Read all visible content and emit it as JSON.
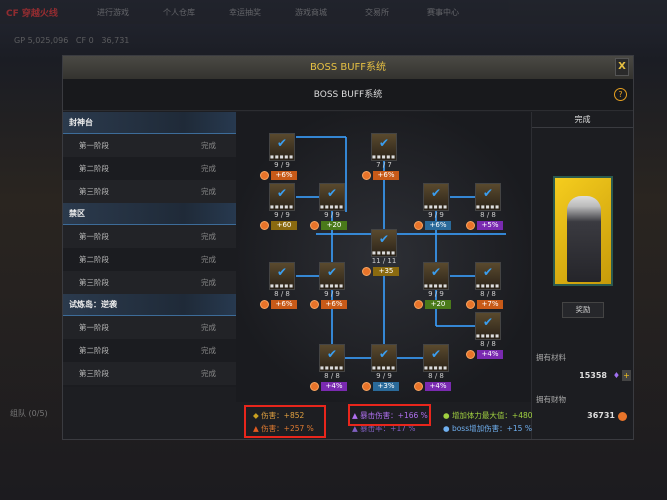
{
  "topbar": {
    "logo": "CF 穿越火线",
    "nav": [
      "进行游戏",
      "个人仓库",
      "幸运抽奖",
      "游戏商城",
      "交易所",
      "赛事中心"
    ]
  },
  "stats": {
    "gp": "GP 5,025,096",
    "cf": "CF 0",
    "coins": "36,731"
  },
  "modal": {
    "title": "BOSS BUFF系统",
    "close": "X",
    "subtitle": "BOSS BUFF系统",
    "help": "?"
  },
  "stages": [
    {
      "name": "封神台",
      "rows": [
        {
          "label": "第一阶段",
          "status": "完成"
        },
        {
          "label": "第二阶段",
          "status": "完成"
        },
        {
          "label": "第三阶段",
          "status": "完成"
        }
      ]
    },
    {
      "name": "禁区",
      "rows": [
        {
          "label": "第一阶段",
          "status": "完成"
        },
        {
          "label": "第二阶段",
          "status": "完成"
        },
        {
          "label": "第三阶段",
          "status": "完成"
        }
      ]
    },
    {
      "name": "试炼岛：逆袭",
      "rows": [
        {
          "label": "第一阶段",
          "status": "完成"
        },
        {
          "label": "第二阶段",
          "status": "完成"
        },
        {
          "label": "第三阶段",
          "status": "完成"
        }
      ]
    }
  ],
  "nodes": [
    {
      "count": "9 / 9",
      "bonus": "+6%",
      "color": "#c85a18"
    },
    {
      "count": "7 / 7",
      "bonus": "+6%",
      "color": "#c85a18"
    },
    {
      "count": "9 / 9",
      "bonus": "+60",
      "color": "#8a6a10"
    },
    {
      "count": "9 / 9",
      "bonus": "+20",
      "color": "#4a7a1a"
    },
    {
      "count": "9 / 9",
      "bonus": "+6%",
      "color": "#2a6a9a"
    },
    {
      "count": "8 / 8",
      "bonus": "+5%",
      "color": "#7a2ab0"
    },
    {
      "count": "11 / 11",
      "bonus": "+35",
      "color": "#8a6a10"
    },
    {
      "count": "8 / 8",
      "bonus": "+6%",
      "color": "#c85a18"
    },
    {
      "count": "9 / 9",
      "bonus": "+6%",
      "color": "#c85a18"
    },
    {
      "count": "9 / 9",
      "bonus": "+20",
      "color": "#4a7a1a"
    },
    {
      "count": "8 / 8",
      "bonus": "+7%",
      "color": "#c85a18"
    },
    {
      "count": "8 / 8",
      "bonus": "+4%",
      "color": "#7a2ab0"
    },
    {
      "count": "8 / 8",
      "bonus": "+4%",
      "color": "#7a2ab0"
    },
    {
      "count": "9 / 9",
      "bonus": "+3%",
      "color": "#2a6a9a"
    },
    {
      "count": "8 / 8",
      "bonus": "+4%",
      "color": "#7a2ab0"
    }
  ],
  "right": {
    "status": "完成",
    "reward_button": "奖励",
    "materials_label": "拥有材料",
    "materials_value": "15358",
    "wealth_label": "拥有财物",
    "wealth_value": "36731"
  },
  "buffs": {
    "damage_flat": "伤害：+852",
    "damage_pct": "伤害：+257 %",
    "crit_damage": "暴击伤害：+166 %",
    "crit_rate": "暴击率：+17 %",
    "max_hp": "增加体力最大值：+480",
    "boss_damage": "boss增加伤害：+15 %"
  },
  "colors": {
    "accent": "#e6c043",
    "highlight_box": "#e8261c",
    "line": "#3aa0ff"
  },
  "team": {
    "label": "组队 (0/5)"
  }
}
